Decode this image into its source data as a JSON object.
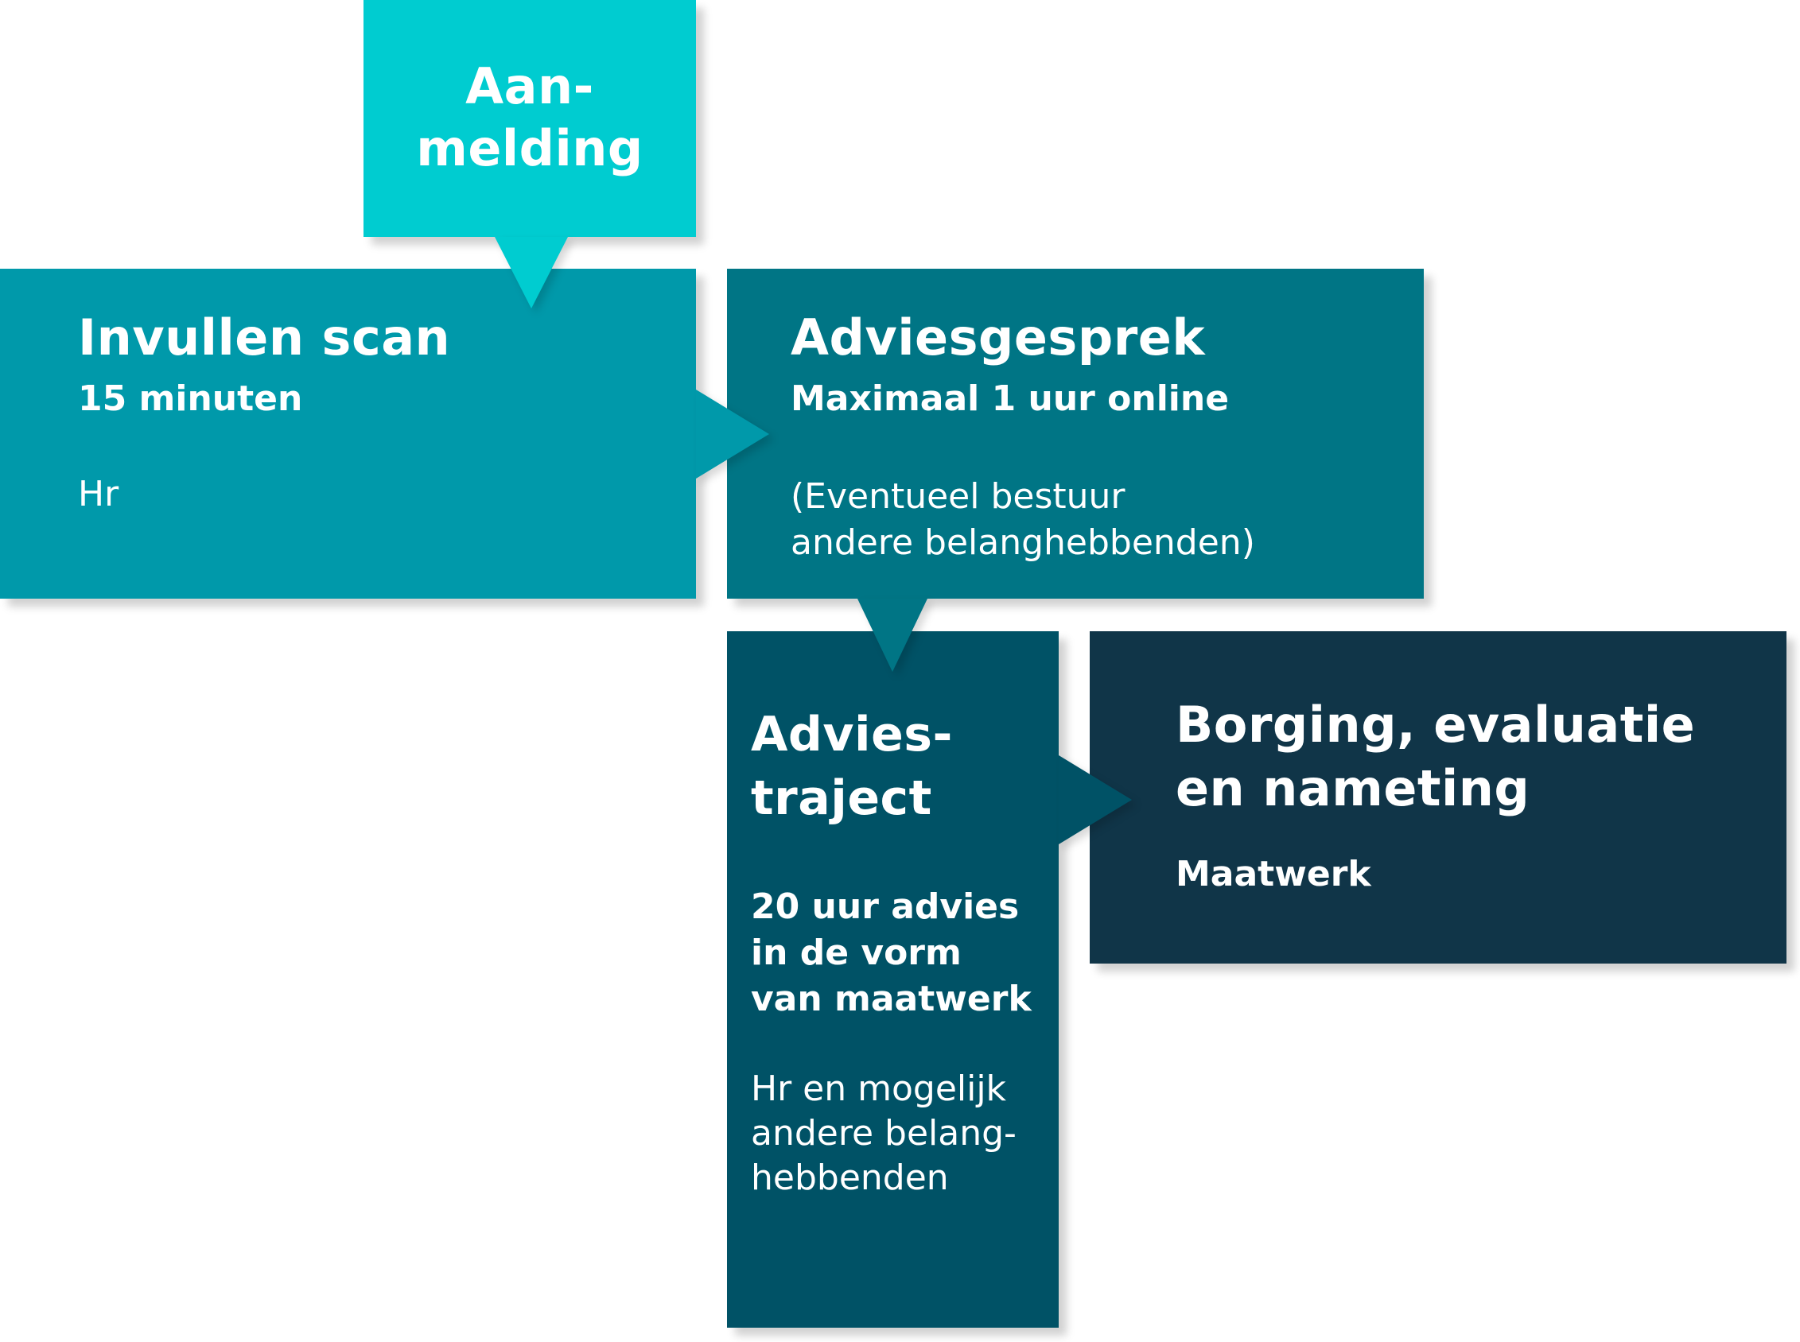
{
  "aanmelding": {
    "title_lines": [
      "Aan-",
      "melding"
    ],
    "color": "#00ccd0"
  },
  "invullen_scan": {
    "title": "Invullen scan",
    "duration": "15 minuten",
    "who": "Hr",
    "color": "#0099aa"
  },
  "adviesgesprek": {
    "title": "Adviesgesprek",
    "duration": "Maximaal 1 uur online",
    "who_lines": [
      "(Eventueel bestuur",
      "andere belanghebbenden)"
    ],
    "color": "#007585"
  },
  "adviestraject": {
    "title_lines": [
      "Advies-",
      "traject"
    ],
    "duration_lines": [
      "20 uur advies",
      "in de vorm",
      "van maatwerk"
    ],
    "who_lines": [
      "Hr en mogelijk",
      "andere belang-",
      "hebbenden"
    ],
    "color": "#005266"
  },
  "borging": {
    "title_lines": [
      "Borging, evaluatie",
      "en nameting"
    ],
    "detail": "Maatwerk",
    "color": "#103548"
  }
}
